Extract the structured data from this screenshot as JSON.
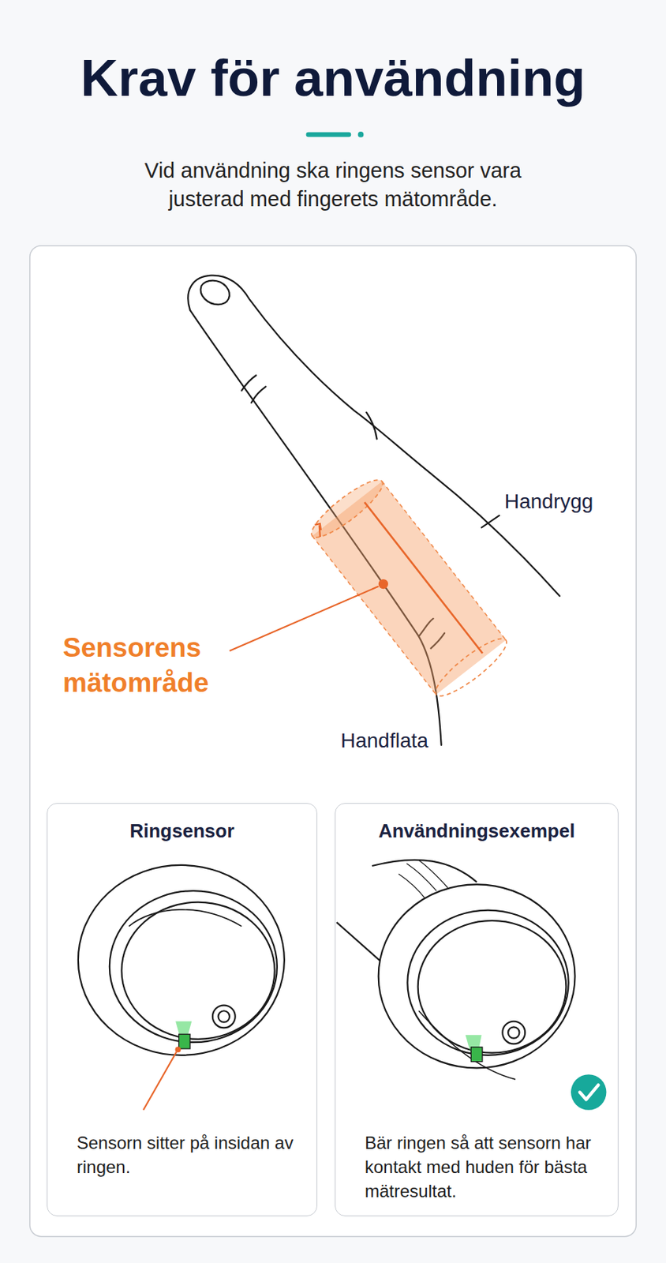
{
  "diagram": {
    "title": "Krav för användning",
    "caption": "Vid användning ska ringens sensor vara justerad med fingerets mätområde.",
    "nodes": [
      {
        "text": [
          "Ringsensor",
          "Sensorn sitter på insidan av ringen."
        ]
      },
      {
        "text": [
          "Användningsexempel",
          "Bär ringen så att sensorn har kontakt med huden för bästa mätresultat."
        ]
      }
    ],
    "labels": [
      "Sensorens mätområde",
      "Handrygg",
      "Handflata"
    ]
  }
}
